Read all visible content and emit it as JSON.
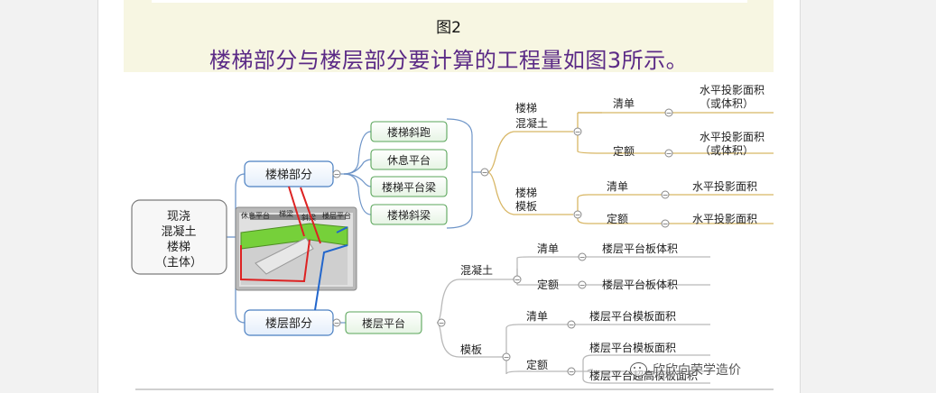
{
  "caption": "图2",
  "headline": "楼梯部分与楼层部分要计算的工程量如图3所示。",
  "mindmap": {
    "root": [
      "现浇",
      "混凝土",
      "楼梯",
      "（主体）"
    ],
    "stair_part": "楼梯部分",
    "floor_part": "楼层部分",
    "stair_items": [
      "楼梯斜跑",
      "休息平台",
      "楼梯平台梁",
      "楼梯斜梁"
    ],
    "floor_item": "楼层平台",
    "stair_concrete": [
      "楼梯",
      "混凝土"
    ],
    "stair_formwork": [
      "楼梯",
      "模板"
    ],
    "qingdan": "清单",
    "dinge": "定额",
    "shuiping_area": "水平投影面积",
    "or_volume": "（或体积）",
    "floor_concrete": "混凝土",
    "floor_formwork": "模板",
    "floor_slab_volume": "楼层平台板体积",
    "floor_form_area": "楼层平台模板面积",
    "floor_form_high": "楼层平台超高模板面积",
    "collapse_glyph": "−",
    "photo_labels": [
      "休息平台",
      "梯梁",
      "斜梁",
      "楼层平台"
    ]
  },
  "watermark": "欣欣向荣学造价",
  "colors": {
    "headline": "#5b2a86",
    "box_blue": "#4a7fc1",
    "box_green": "#5aa55a",
    "branch_gold": "#d8b664",
    "branch_blue": "#6e95c8",
    "branch_gray": "#b9b9b9",
    "red_line": "#dd2222"
  }
}
